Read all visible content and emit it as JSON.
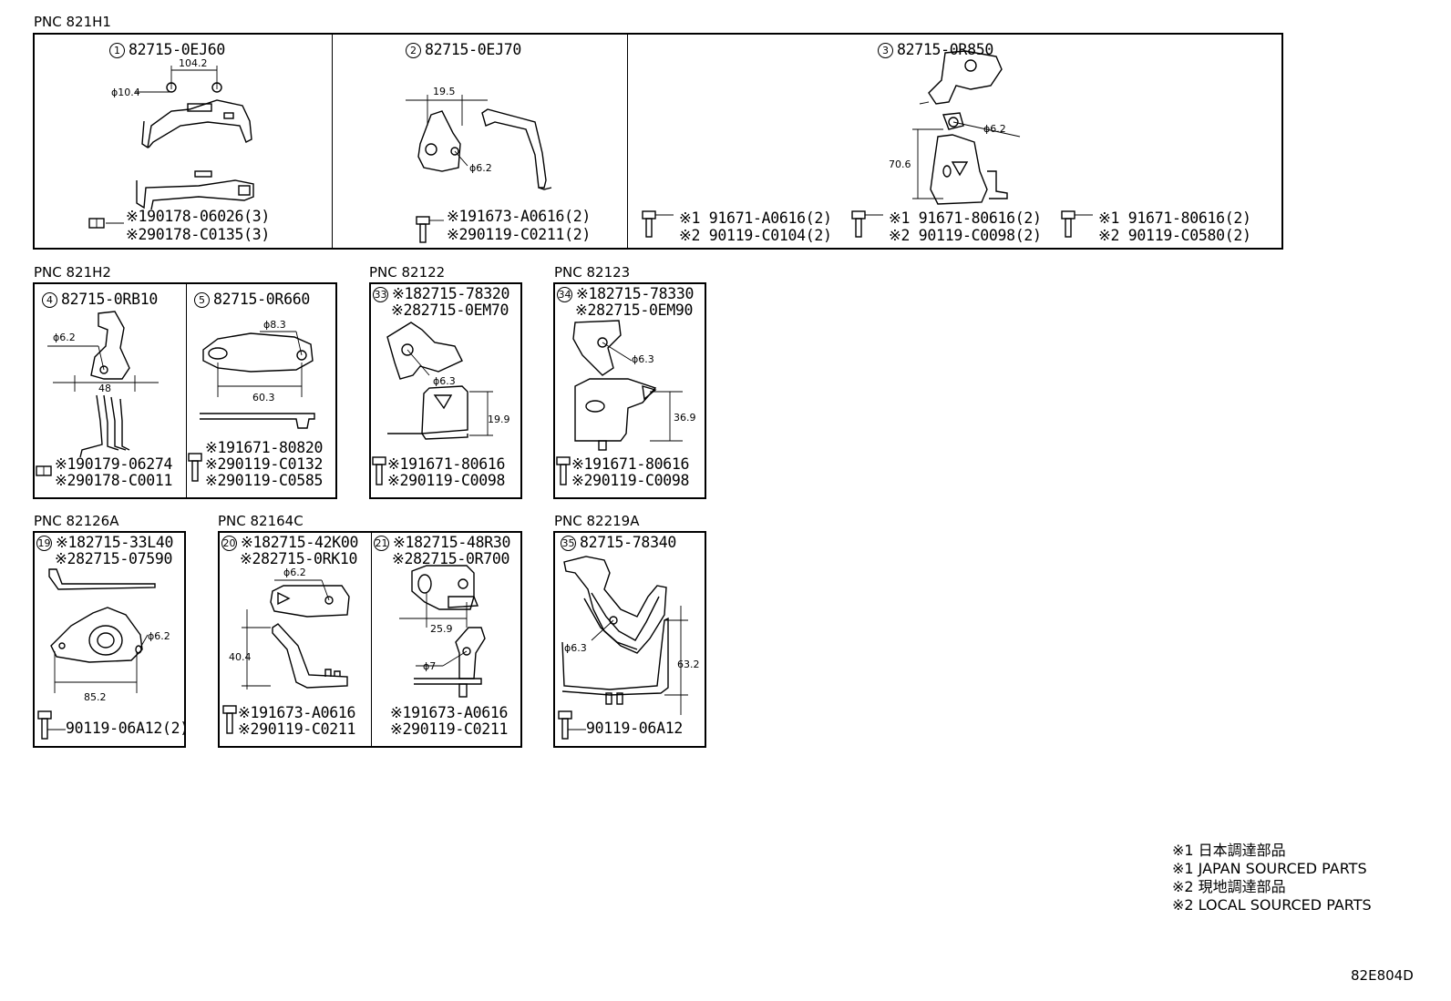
{
  "pncs": [
    "PNC 821H1",
    "PNC 821H2",
    "PNC 82122",
    "PNC 82123",
    "PNC 82126A",
    "PNC 82164C",
    "PNC 82219A"
  ],
  "cells": {
    "c1": {
      "num": "1",
      "part": "82715-0EJ60",
      "dims": [
        "104.2",
        "ϕ10.4"
      ],
      "lines": [
        "※190178-06026(3)",
        "※290178-C0135(3)"
      ]
    },
    "c2": {
      "num": "2",
      "part": "82715-0EJ70",
      "dims": [
        "19.5",
        "ϕ6.2"
      ],
      "lines": [
        "※191673-A0616(2)",
        "※290119-C0211(2)"
      ]
    },
    "c3": {
      "num": "3",
      "part": "82715-0R850",
      "dims": [
        "ϕ6.2",
        "70.6"
      ],
      "fasteners": [
        {
          "l1": "※1 91671-A0616(2)",
          "l2": "※2 90119-C0104(2)"
        },
        {
          "l1": "※1 91671-80616(2)",
          "l2": "※2 90119-C0098(2)"
        },
        {
          "l1": "※1 91671-80616(2)",
          "l2": "※2 90119-C0580(2)"
        }
      ]
    },
    "c4": {
      "num": "4",
      "part": "82715-0RB10",
      "dims": [
        "ϕ6.2",
        "48"
      ],
      "lines": [
        "※190179-06274",
        "※290178-C0011"
      ]
    },
    "c5": {
      "num": "5",
      "part": "82715-0R660",
      "dims": [
        "ϕ8.3",
        "60.3"
      ],
      "lines": [
        "※191671-80820",
        "※290119-C0132",
        "※290119-C0585"
      ]
    },
    "c33": {
      "num": "33",
      "lines": [
        "※182715-78320",
        "※282715-0EM70"
      ],
      "dims": [
        "ϕ6.3",
        "19.9"
      ],
      "fast": [
        "※191671-80616",
        "※290119-C0098"
      ]
    },
    "c34": {
      "num": "34",
      "lines": [
        "※182715-78330",
        "※282715-0EM90"
      ],
      "dims": [
        "ϕ6.3",
        "36.9"
      ],
      "fast": [
        "※191671-80616",
        "※290119-C0098"
      ]
    },
    "c19": {
      "num": "19",
      "lines": [
        "※182715-33L40",
        "※282715-07590"
      ],
      "dims": [
        "ϕ6.2",
        "85.2"
      ],
      "fast": "90119-06A12(2)"
    },
    "c20": {
      "num": "20",
      "lines": [
        "※182715-42K00",
        "※282715-0RK10"
      ],
      "dims": [
        "ϕ6.2",
        "40.4"
      ],
      "fast": [
        "※191673-A0616",
        "※290119-C0211"
      ]
    },
    "c21": {
      "num": "21",
      "lines": [
        "※182715-48R30",
        "※282715-0R700"
      ],
      "dims": [
        "25.9",
        "ϕ7"
      ],
      "fast": [
        "※191673-A0616",
        "※290119-C0211"
      ]
    },
    "c35": {
      "num": "35",
      "part": "82715-78340",
      "dims": [
        "ϕ6.3",
        "63.2"
      ],
      "fast": "90119-06A12"
    }
  },
  "legend": [
    "※1 日本調達部品",
    "※1 JAPAN SOURCED PARTS",
    "※2 現地調達部品",
    "※2 LOCAL SOURCED PARTS"
  ],
  "drawing_code": "82E804D"
}
